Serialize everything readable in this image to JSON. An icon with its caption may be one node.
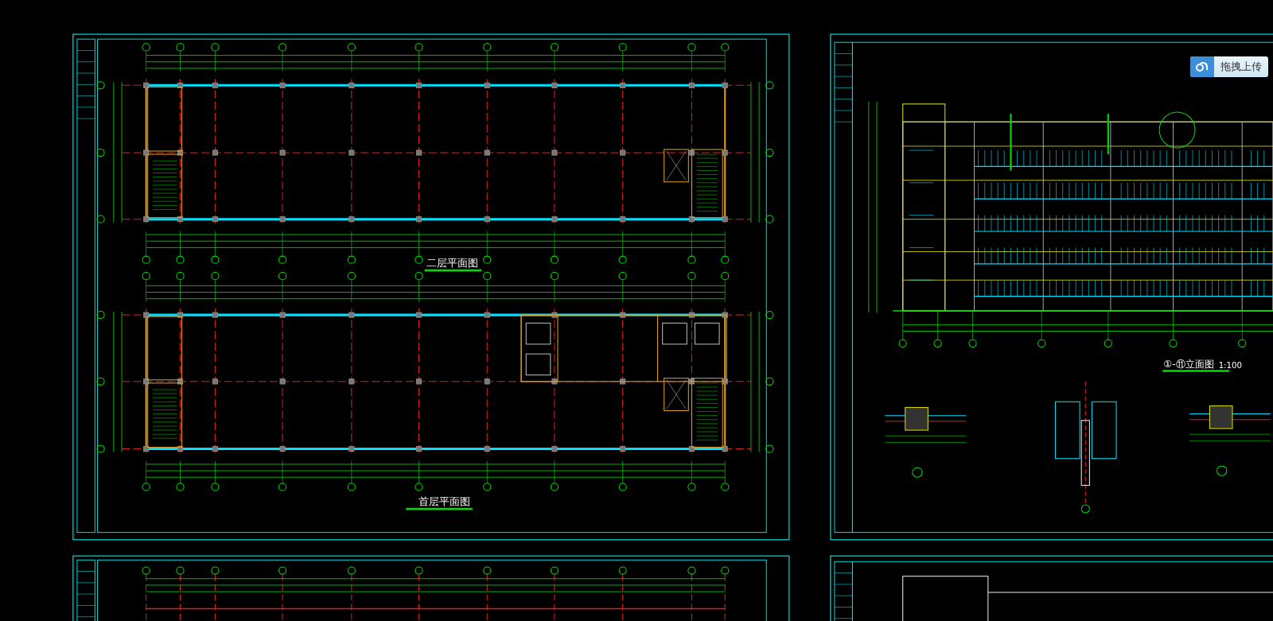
{
  "diagram": {
    "labels": [
      "二层平面图",
      "首层平面图",
      "①-⑪立面图",
      "1:100",
      "拖拽上传"
    ]
  }
}
